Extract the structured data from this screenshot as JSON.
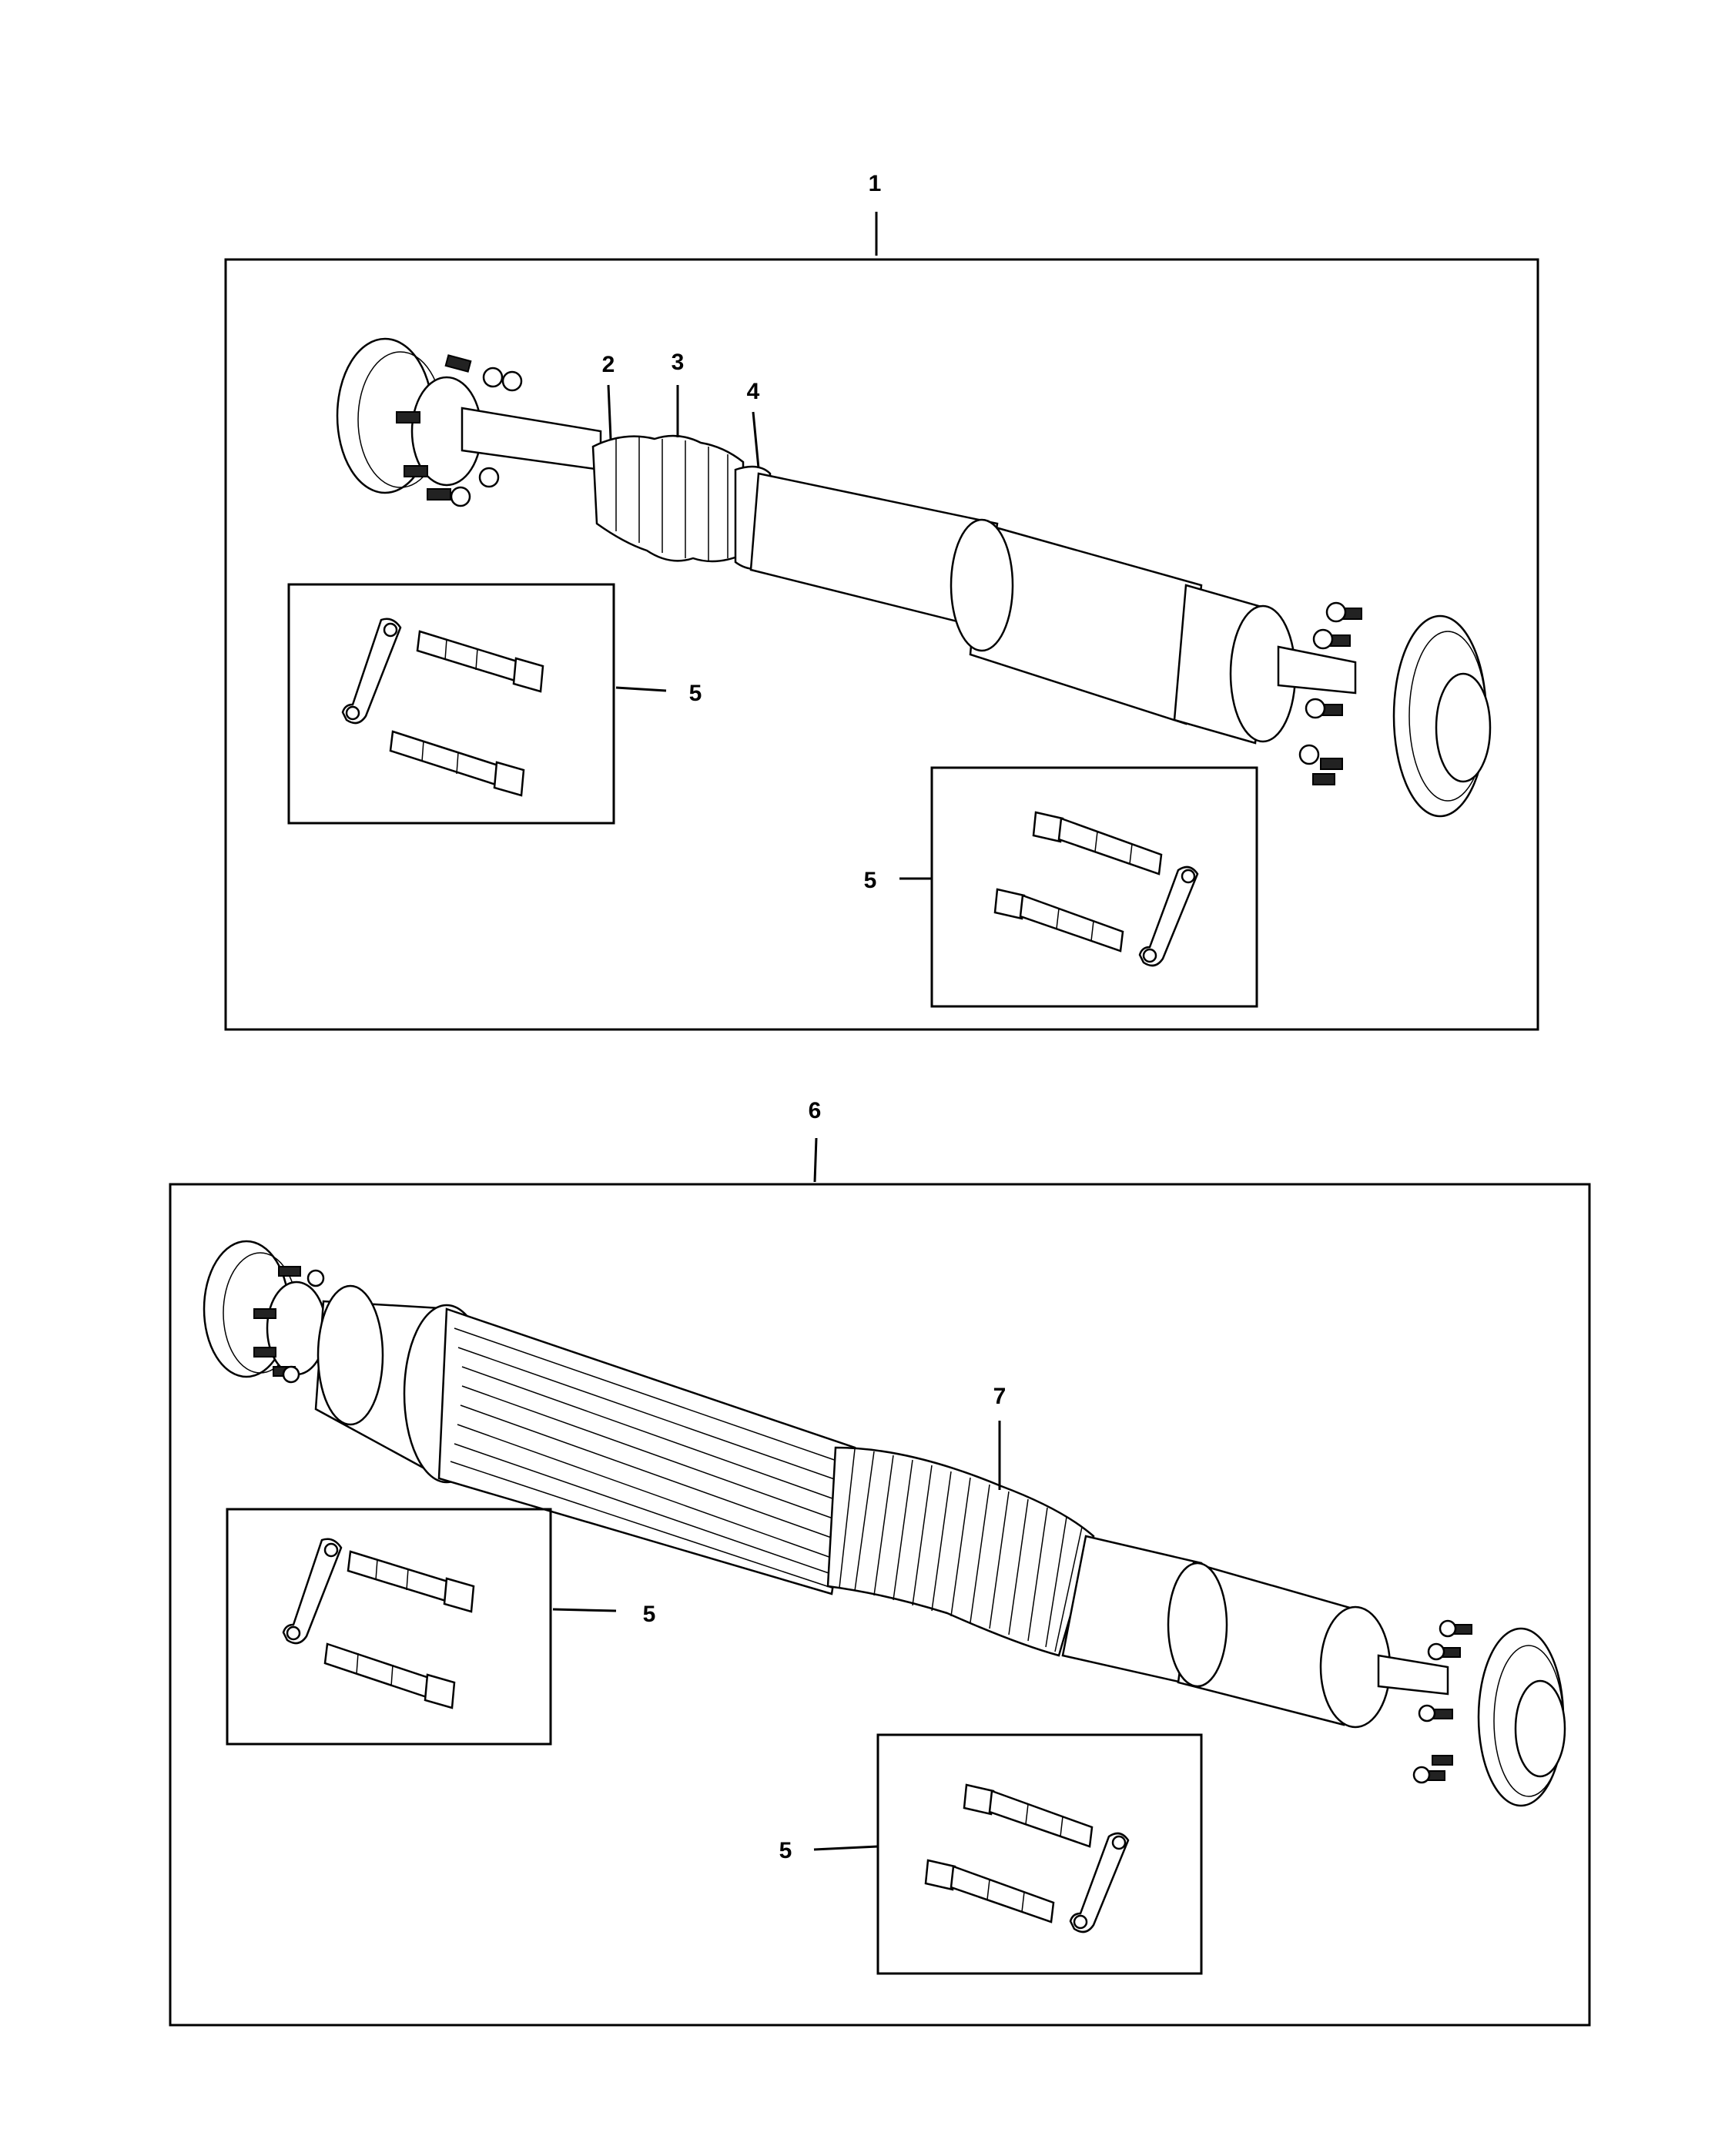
{
  "callouts": {
    "assembly_1": "1",
    "part_2": "2",
    "part_3": "3",
    "part_4": "4",
    "kit_5_a": "5",
    "kit_5_b": "5",
    "assembly_6": "6",
    "part_7": "7",
    "kit_5_c": "5",
    "kit_5_d": "5"
  },
  "colors": {
    "line": "#000000",
    "background": "#ffffff"
  }
}
